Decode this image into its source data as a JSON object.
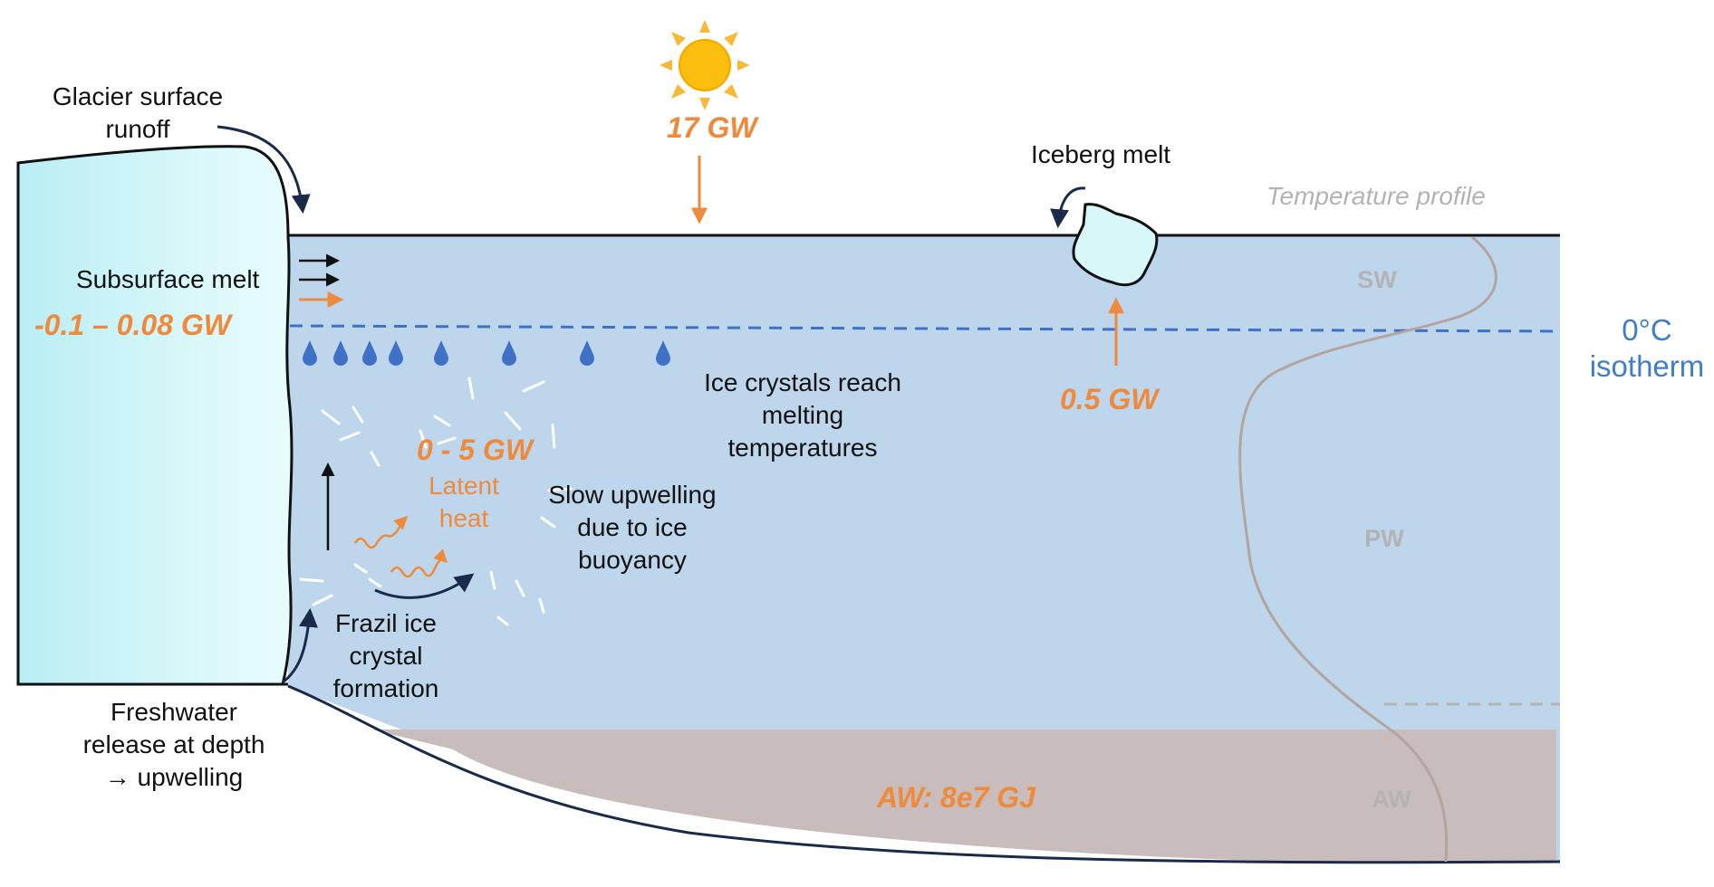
{
  "labels": {
    "glacier_runoff_1": "Glacier surface",
    "glacier_runoff_2": "runoff",
    "subsurface_melt": "Subsurface melt",
    "subsurface_melt_value": "-0.1 – 0.08 GW",
    "solar_value": "17 GW",
    "iceberg_melt": "Iceberg melt",
    "iceberg_value": "0.5 GW",
    "temperature_profile": "Temperature profile",
    "isotherm_1": "0°C",
    "isotherm_2": "isotherm",
    "ice_reach_1": "Ice crystals reach",
    "ice_reach_2": "melting",
    "ice_reach_3": "temperatures",
    "latent_value": "0 - 5 GW",
    "latent_1": "Latent",
    "latent_2": "heat",
    "slow_1": "Slow upwelling",
    "slow_2": "due to ice",
    "slow_3": "buoyancy",
    "frazil_1": "Frazil ice",
    "frazil_2": "crystal",
    "frazil_3": "formation",
    "fresh_1": "Freshwater",
    "fresh_2": "release at depth",
    "fresh_3": "→ upwelling",
    "aw_value": "AW: 8e7 GJ",
    "sw": "SW",
    "pw": "PW",
    "aw": "AW"
  },
  "colors": {
    "water": "#bed6ec",
    "atlantic_water": "#c9bcbc",
    "glacier": "#d6f6f8",
    "orange": "#ee8a3c",
    "isotherm": "#3f72c6",
    "profile": "#b3a49e",
    "dark_arrow": "#1a2a4a"
  }
}
